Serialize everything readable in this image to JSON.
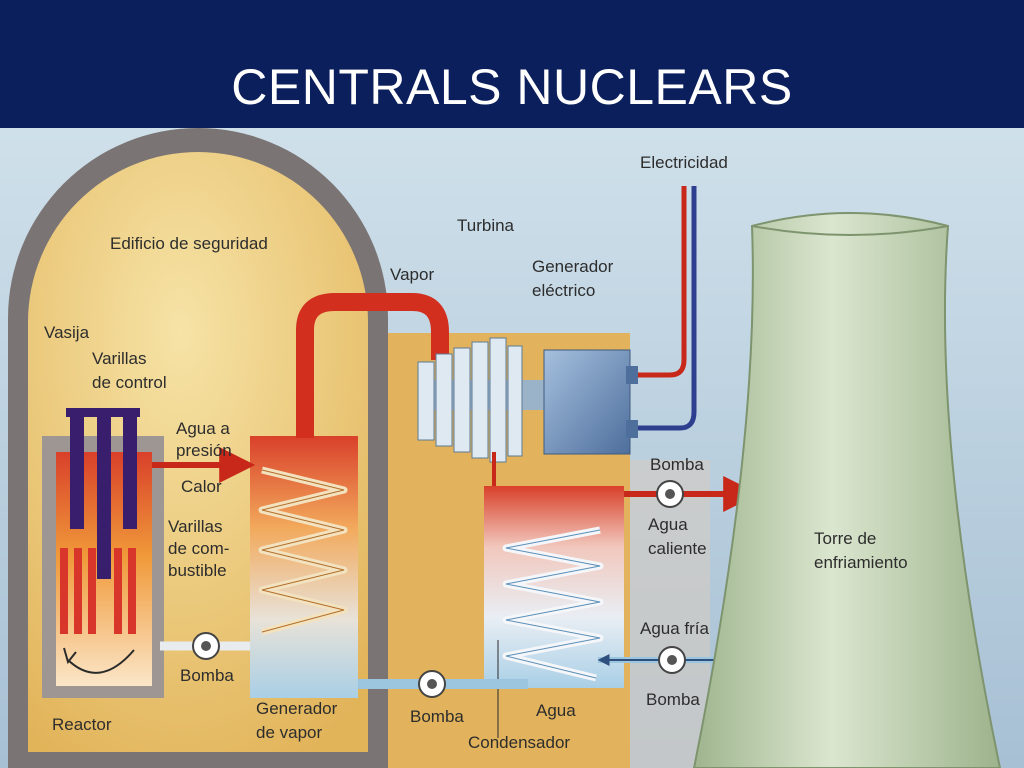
{
  "title": "CENTRALS NUCLEARS",
  "labels": {
    "electricity": "Electricidad",
    "turbine": "Turbina",
    "generator_line1": "Generador",
    "generator_line2": "eléctrico",
    "containment": "Edificio de seguridad",
    "vapor": "Vapor",
    "vessel": "Vasija",
    "control_rods_line1": "Varillas",
    "control_rods_line2": "de control",
    "pressurized_water_line1": "Agua a",
    "pressurized_water_line2": "presión",
    "heat": "Calor",
    "fuel_rods_line1": "Varillas",
    "fuel_rods_line2": "de com-",
    "fuel_rods_line3": "bustible",
    "pump_primary": "Bomba",
    "reactor": "Reactor",
    "steam_generator_line1": "Generador",
    "steam_generator_line2": "de vapor",
    "pump_condenser": "Bomba",
    "water": "Agua",
    "condenser": "Condensador",
    "pump_hot": "Bomba",
    "hot_water_line1": "Agua",
    "hot_water_line2": "caliente",
    "cold_water": "Agua fría",
    "pump_cold": "Bomba",
    "cooling_tower_line1": "Torre de",
    "cooling_tower_line2": "enfriamiento"
  },
  "colors": {
    "title_bar": "#0b1f5c",
    "dome_wall": "#7a7272",
    "dome_fill": "#e7bd63",
    "building": "#e4b860",
    "hot_pipe": "#d22f1f",
    "cold_pipe": "#9cc6e0",
    "control_rod": "#3a1e6e",
    "fuel_rod": "#d8362a",
    "tower": "#b5c9a5",
    "generator": "#6b8cb5"
  }
}
